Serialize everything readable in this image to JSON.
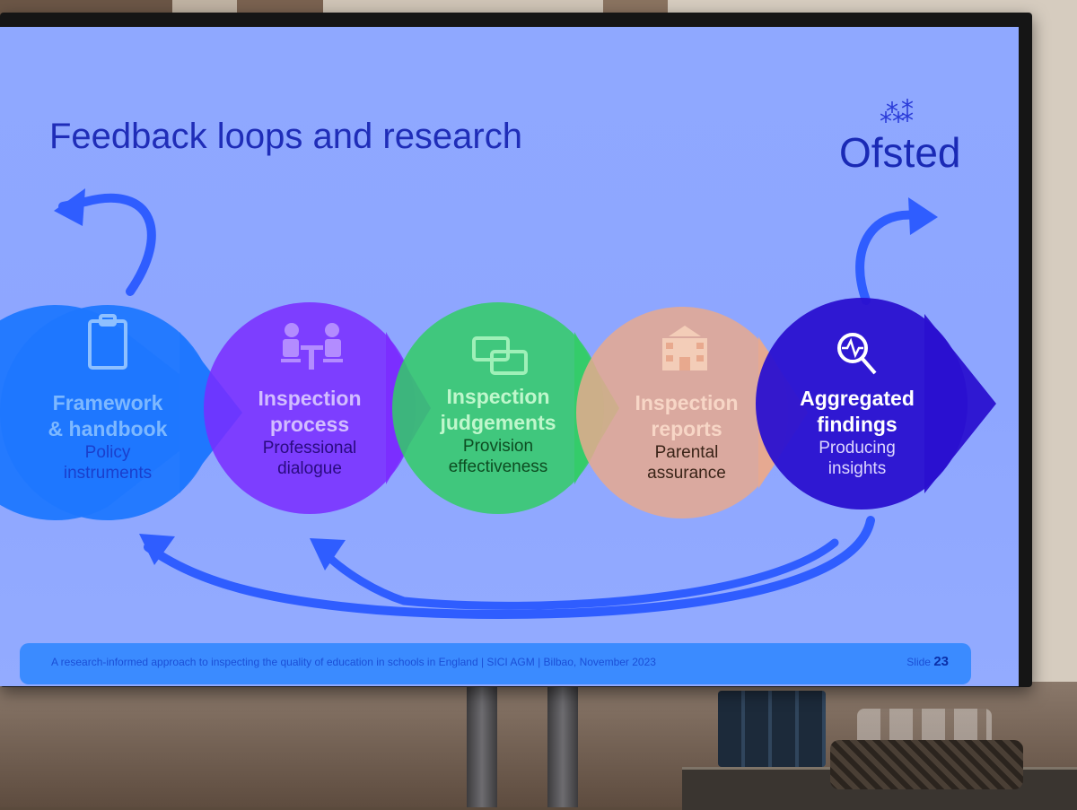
{
  "slide": {
    "title": "Feedback loops and research",
    "logo_text": "Ofsted",
    "logo_stars": "⁂⁑"
  },
  "stages": [
    {
      "title_line1": "Framework",
      "title_line2": "& handbook",
      "sub_line1": "Policy",
      "sub_line2": "instruments",
      "icon": "clipboard-icon",
      "color": "#1f77ff"
    },
    {
      "title_line1": "Inspection",
      "title_line2": "process",
      "sub_line1": "Professional",
      "sub_line2": "dialogue",
      "icon": "meeting-icon",
      "color": "#7a2bff"
    },
    {
      "title_line1": "Inspection",
      "title_line2": "judgements",
      "sub_line1": "Provision",
      "sub_line2": "effectiveness",
      "icon": "speech-bubbles-icon",
      "color": "#33cc66"
    },
    {
      "title_line1": "Inspection",
      "title_line2": "reports",
      "sub_line1": "Parental",
      "sub_line2": "assurance",
      "icon": "school-building-icon",
      "color": "#e8a98e"
    },
    {
      "title_line1": "Aggregated",
      "title_line2": "findings",
      "sub_line1": "Producing",
      "sub_line2": "insights",
      "icon": "magnifier-chart-icon",
      "color": "#2a10d0"
    }
  ],
  "footer": {
    "text": "A research-informed approach to inspecting the quality of education in schools in England  |  SICI AGM  |  Bilbao, November 2023",
    "slide_label": "Slide",
    "slide_number": "23"
  }
}
